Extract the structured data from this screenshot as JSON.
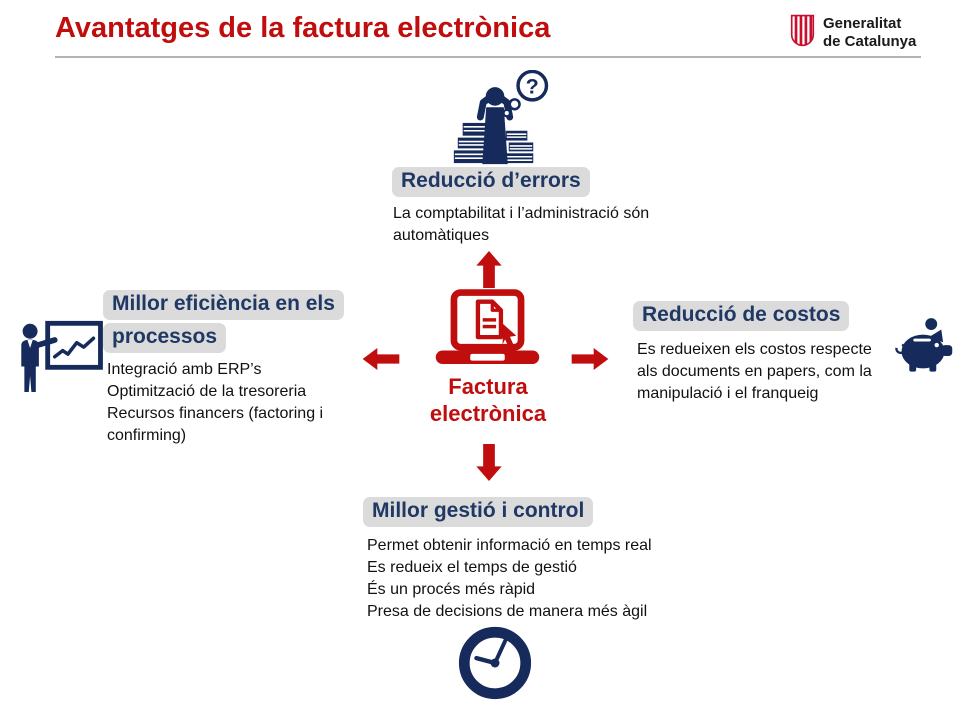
{
  "colors": {
    "red": "#C00D0D",
    "navy": "#1F3864",
    "icon_navy": "#162B5C",
    "badge_bg": "#DBDBDB"
  },
  "header": {
    "title": "Avantatges de la factura electrònica",
    "logo": {
      "icon": "senyera-shield-icon",
      "line1": "Generalitat",
      "line2": "de Catalunya"
    }
  },
  "center": {
    "icon": "laptop-invoice-icon",
    "label_line1": "Factura",
    "label_line2": "electrònica"
  },
  "top": {
    "icon": "confused-person-papers-icon",
    "bubble_question": "?",
    "heading": "Reducció d’errors",
    "body": "La comptabilitat i l’administració són automàtiques"
  },
  "left": {
    "icon": "presenter-chart-icon",
    "heading_line1": "Millor eficiència en els",
    "heading_line2": "processos",
    "body_lines": [
      "Integració amb ERP’s",
      "Optimització de la tresoreria",
      "Recursos financers (factoring i confirming)"
    ]
  },
  "right": {
    "icon": "piggy-bank-icon",
    "heading": "Reducció de costos",
    "body": "Es redueixen els costos respecte als documents en papers, com la manipulació i el franqueig"
  },
  "bottom": {
    "icon": "clock-icon",
    "heading": "Millor gestió i control",
    "body_lines": [
      "Permet obtenir informació en temps real",
      "Es redueix el temps de gestió",
      "És un procés més ràpid",
      "Presa de decisions de manera més àgil"
    ]
  }
}
